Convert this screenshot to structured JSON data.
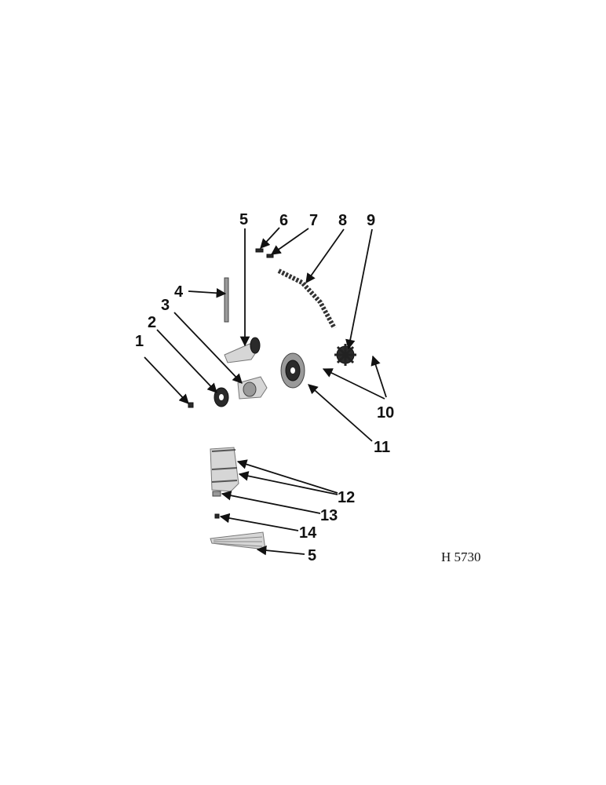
{
  "figure_id": "H 5730",
  "callouts": {
    "c1": "1",
    "c2": "2",
    "c3": "3",
    "c4": "4",
    "c5a": "5",
    "c6": "6",
    "c7": "7",
    "c8": "8",
    "c9": "9",
    "c10": "10",
    "c11": "11",
    "c12": "12",
    "c13": "13",
    "c14": "14",
    "c5b": "5"
  }
}
